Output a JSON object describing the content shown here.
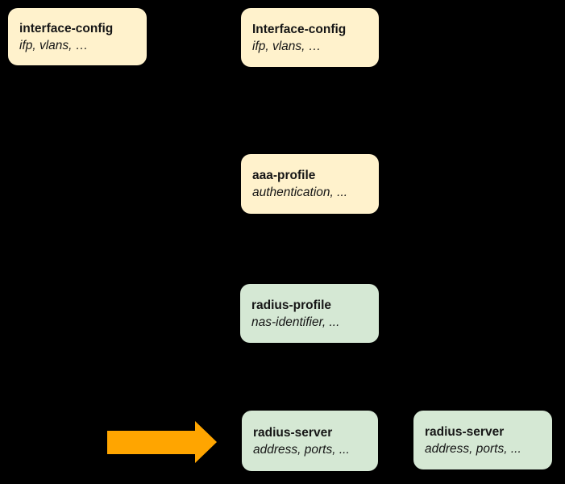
{
  "diagram": {
    "background_color": "#000000",
    "colors": {
      "config_node_fill": "#FFF2CC",
      "radius_node_fill": "#D5E8D4",
      "arrow": "#FFA500",
      "text": "#161616"
    },
    "nodes": [
      {
        "id": "interface-config-left",
        "title": "interface-config",
        "subtitle": "ifp, vlans, …",
        "fill": "#FFF2CC"
      },
      {
        "id": "interface-config-center",
        "title": "Interface-config",
        "subtitle": "ifp, vlans, …",
        "fill": "#FFF2CC"
      },
      {
        "id": "aaa-profile",
        "title": "aaa-profile",
        "subtitle": "authentication, ...",
        "fill": "#FFF2CC"
      },
      {
        "id": "radius-profile",
        "title": "radius-profile",
        "subtitle": "nas-identifier, ...",
        "fill": "#D5E8D4"
      },
      {
        "id": "radius-server-center",
        "title": "radius-server",
        "subtitle": "address, ports, ...",
        "fill": "#D5E8D4"
      },
      {
        "id": "radius-server-right",
        "title": "radius-server",
        "subtitle": "address, ports, ...",
        "fill": "#D5E8D4"
      }
    ],
    "arrow": {
      "direction": "right",
      "color": "#FFA500"
    }
  }
}
